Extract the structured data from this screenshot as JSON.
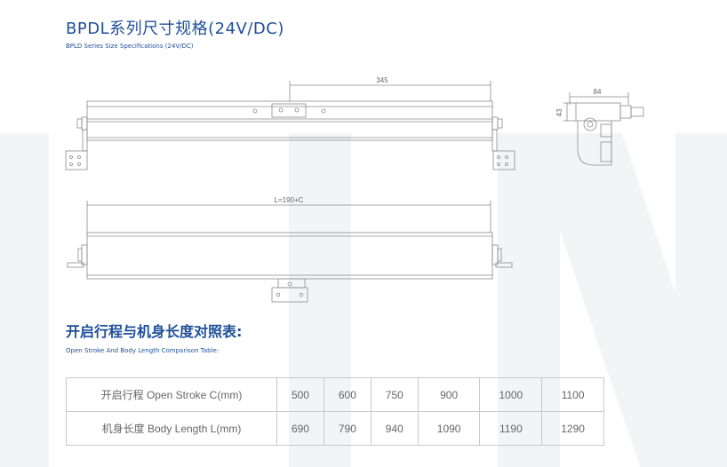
{
  "header": {
    "title": "BPDL系列尺寸规格(24V/DC)",
    "subtitle": "BPLD Series Size Specifications (24V/DC)"
  },
  "drawing": {
    "dim_top_width": "345",
    "dim_side_width": "84",
    "dim_side_height": "43",
    "dim_length": "L=190+C"
  },
  "section": {
    "title": "开启行程与机身长度对照表:",
    "subtitle": "Open Stroke And Body Length Comparison Table:"
  },
  "table": {
    "rows": [
      {
        "label": "开启行程 Open Stroke  C(mm)",
        "values": [
          "500",
          "600",
          "750",
          "900",
          "1000",
          "1100"
        ]
      },
      {
        "label": "机身长度 Body Length  L(mm)",
        "values": [
          "690",
          "790",
          "940",
          "1090",
          "1190",
          "1290"
        ]
      }
    ]
  },
  "colors": {
    "brand": "#1f4f9a",
    "line": "#8a8a8a",
    "border": "#c9c9c9"
  }
}
